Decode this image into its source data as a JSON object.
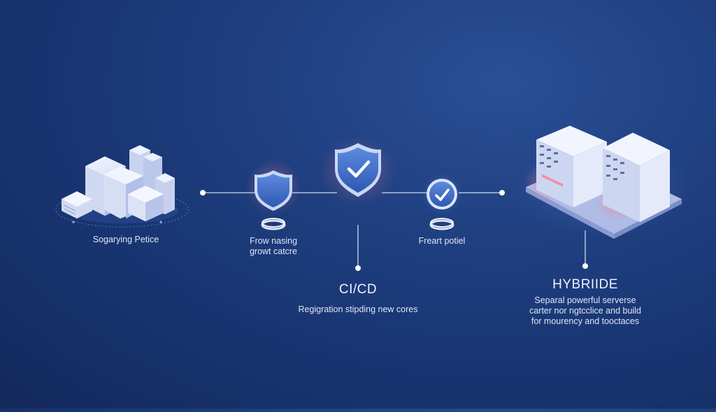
{
  "diagram": {
    "left_label": "Sogarying Petice",
    "shield1_label": [
      "Frow nasing",
      "growt catcre"
    ],
    "shield3_label": "Freart potiel",
    "center_title": "CI/CD",
    "center_subtitle": "Regigration stipding new cores",
    "right_title": "HYBRIIDE",
    "right_desc": [
      "Separal powerful serverse",
      "carter nor ngtcclice and build",
      "for mourency and tooctaces"
    ]
  },
  "colors": {
    "line": "#cfd9f0",
    "shield_fill": "#3e6fc7",
    "shield_rim": "#c9d8f5",
    "accent_glow": "#ff6f8c",
    "server_face": "#dfe6f8",
    "server_side": "#b7c3e6"
  }
}
